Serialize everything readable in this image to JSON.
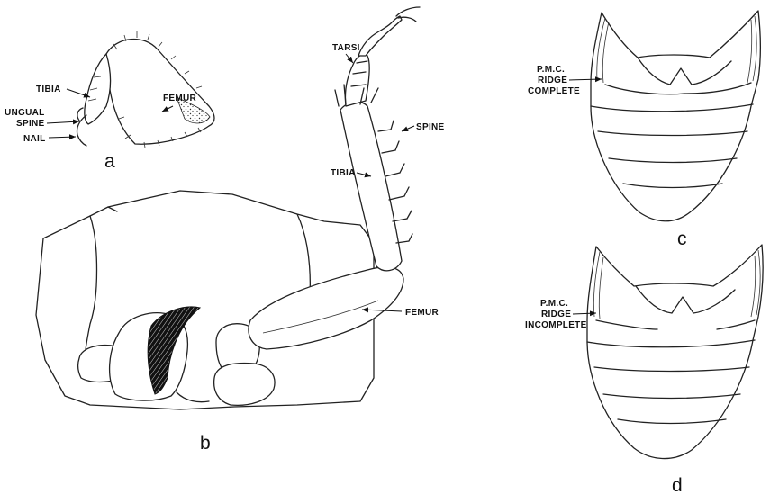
{
  "colors": {
    "ink": "#222222",
    "background": "#ffffff",
    "hatch": "#111111"
  },
  "panels": {
    "a": {
      "letter": "a",
      "labels": {
        "tibia": "TIBIA",
        "femur": "FEMUR",
        "ungual": "UNGUAL",
        "spine": "SPINE",
        "nail": "NAIL"
      }
    },
    "b": {
      "letter": "b",
      "labels": {
        "tarsi": "TARSI",
        "spine": "SPINE",
        "tibia": "TIBIA",
        "femur": "FEMUR"
      }
    },
    "c": {
      "letter": "c",
      "labels": {
        "line1": "P.M.C.",
        "line2": "RIDGE",
        "line3": "COMPLETE"
      }
    },
    "d": {
      "letter": "d",
      "labels": {
        "line1": "P.M.C.",
        "line2": "RIDGE",
        "line3": "INCOMPLETE"
      }
    }
  }
}
